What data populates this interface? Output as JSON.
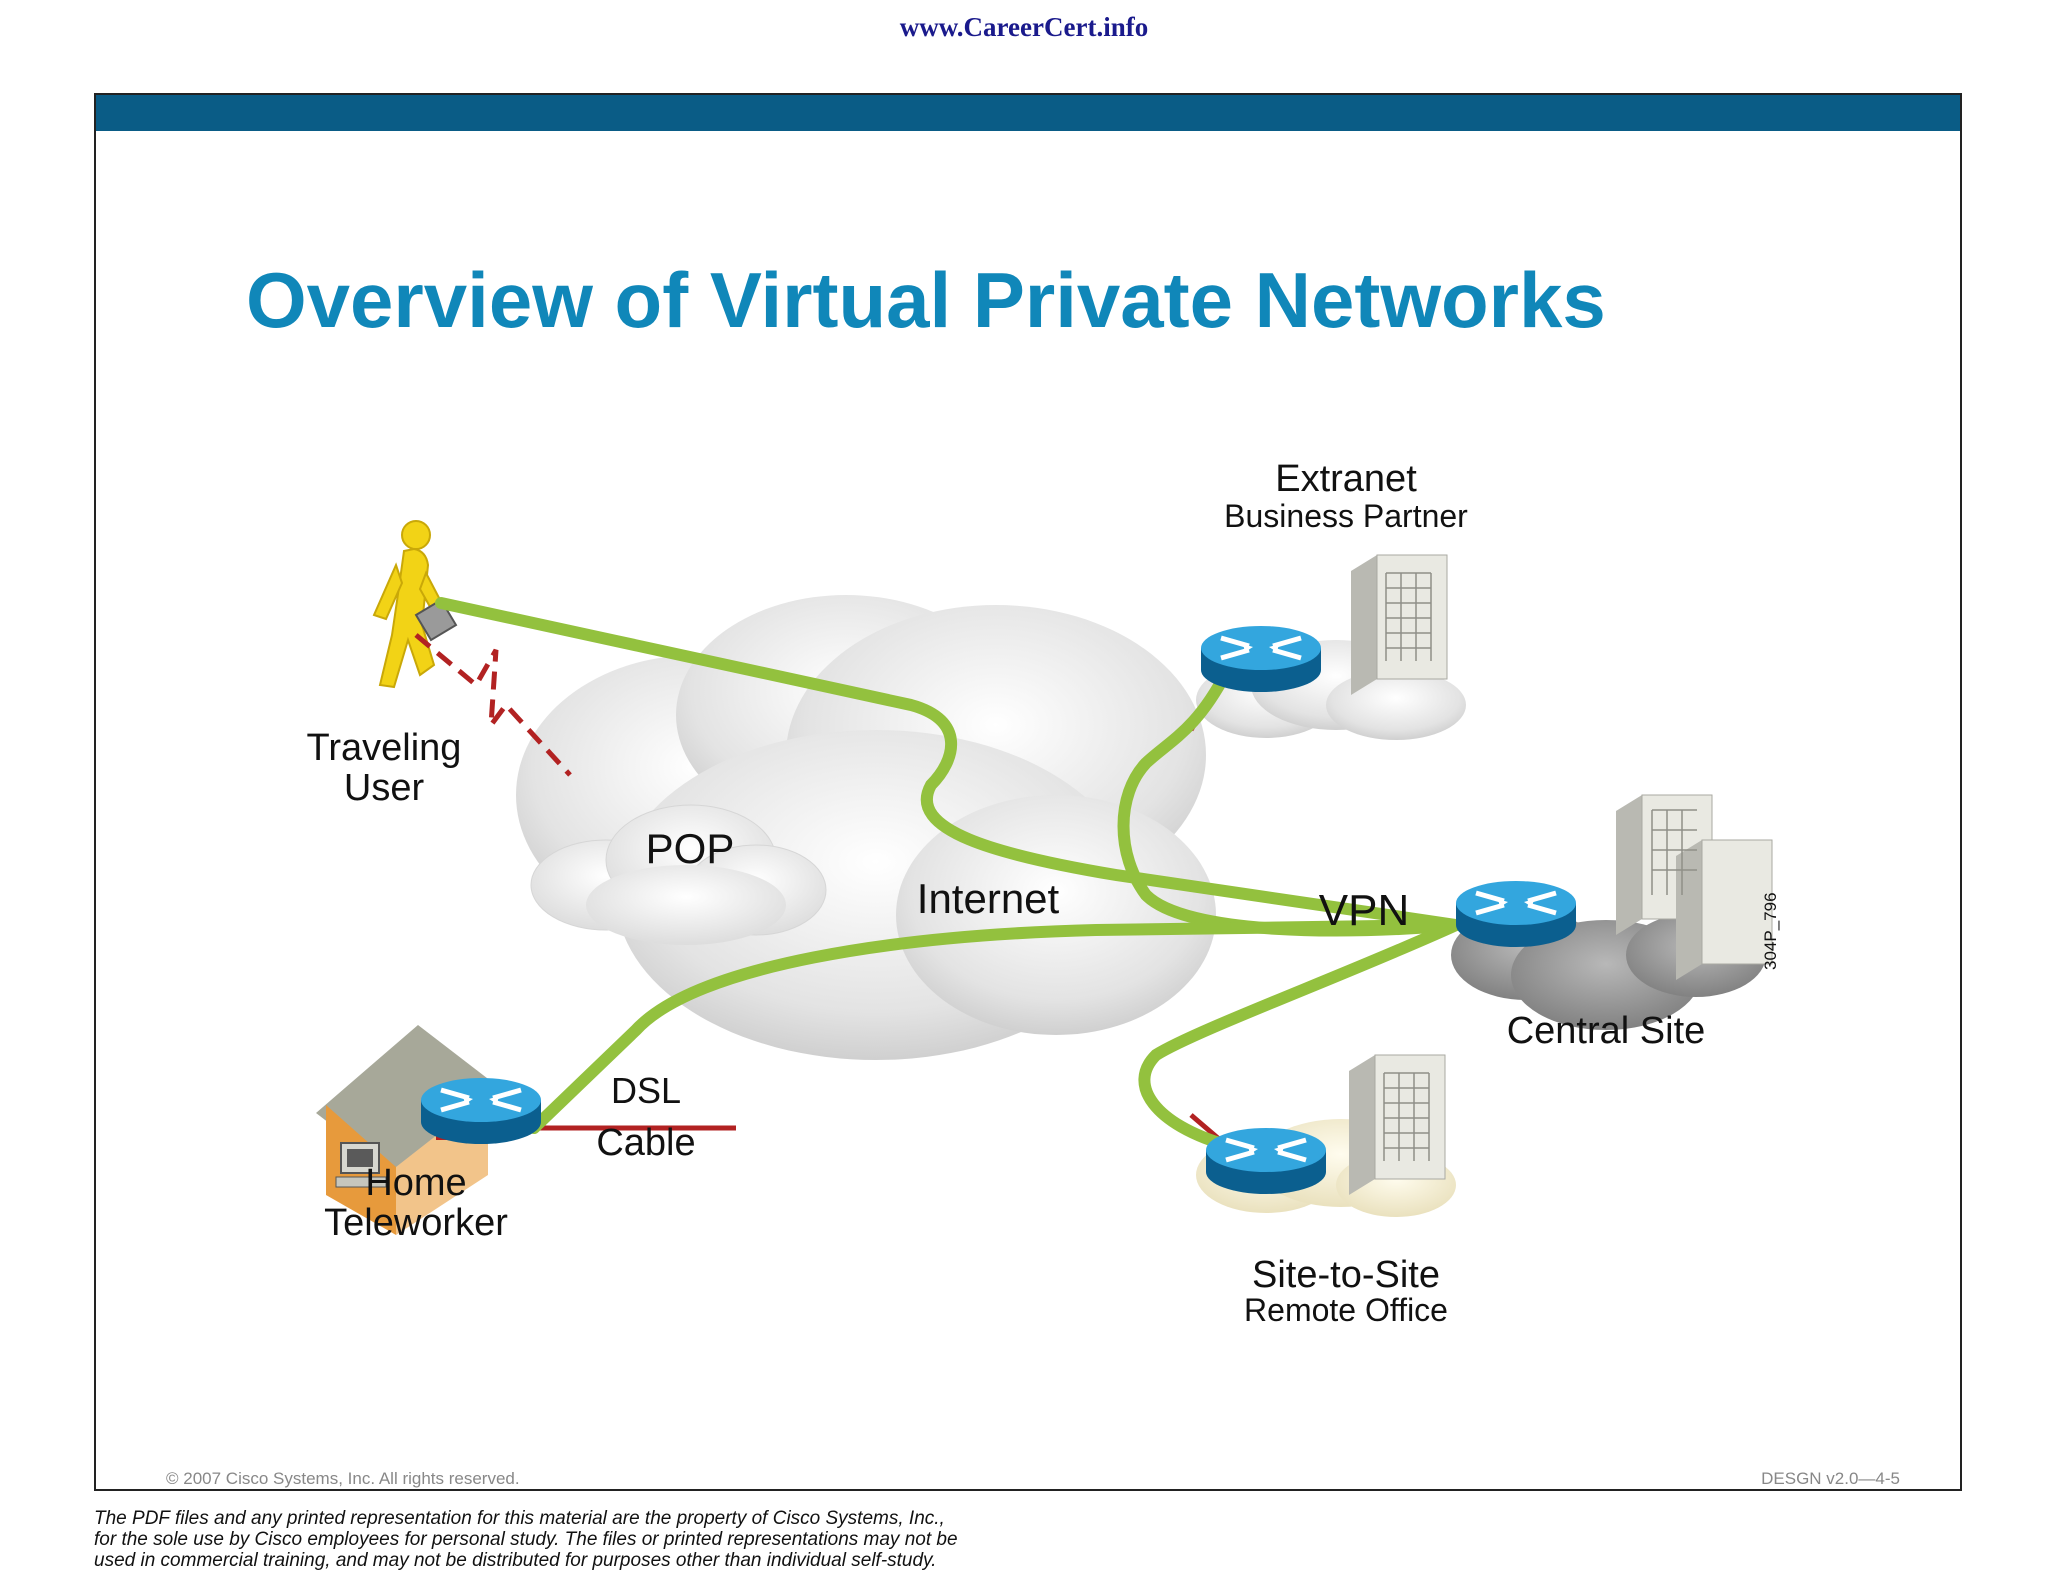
{
  "header": {
    "site_url": "www.CareerCert.info"
  },
  "slide": {
    "title": "Overview of Virtual Private Networks",
    "copyright": "© 2007 Cisco Systems, Inc. All rights reserved.",
    "course_code": "DESGN v2.0—4-5",
    "colors": {
      "title": "#1087b9",
      "top_bar": "#0a5c86",
      "vpn_tunnel": "#93c13e",
      "access_link": "#b22222",
      "router": "#1a8cc8"
    }
  },
  "diagram": {
    "nodes": {
      "traveling_user": {
        "line1": "Traveling",
        "line2": "User",
        "icon": "person-icon"
      },
      "pop": {
        "label": "POP",
        "icon": "cloud-icon"
      },
      "internet": {
        "label": "Internet",
        "icon": "cloud-icon"
      },
      "vpn": {
        "label": "VPN"
      },
      "extranet": {
        "line1": "Extranet",
        "line2": "Business Partner",
        "icon": "building-icon"
      },
      "central_site": {
        "label": "Central Site",
        "icon": "building-icon"
      },
      "remote_office": {
        "line1": "Site-to-Site",
        "line2": "Remote Office",
        "icon": "building-icon"
      },
      "home_teleworker": {
        "line1": "Home",
        "line2": "Teleworker",
        "icon": "house-icon"
      }
    },
    "links": {
      "dsl": "DSL",
      "cable": "Cable"
    },
    "figure_id": "304P_796"
  },
  "footer": {
    "disclaimer_line1": "The PDF files and any printed representation for this material are the property of Cisco Systems, Inc.,",
    "disclaimer_line2": "for the sole use by Cisco employees for personal study. The files or printed representations may not be",
    "disclaimer_line3": "used in commercial training, and may not be distributed for purposes other than individual self-study."
  }
}
